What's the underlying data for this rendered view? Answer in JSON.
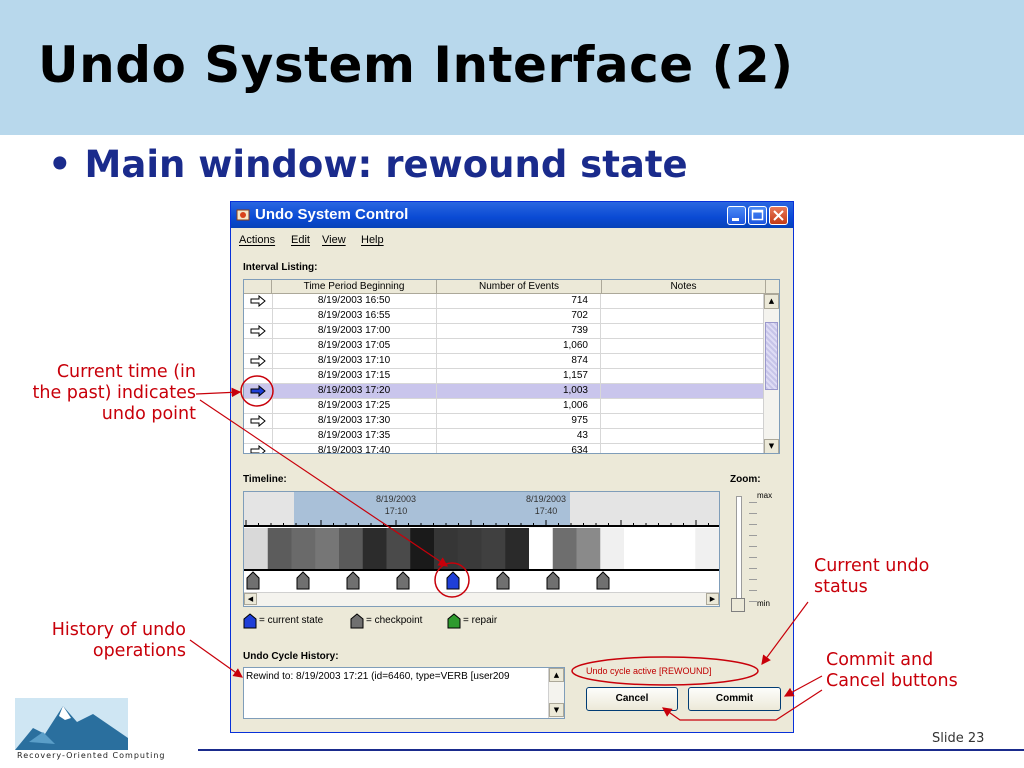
{
  "slide": {
    "title": "Undo System Interface (2)",
    "bullet": "Main window: rewound state",
    "slide_number": "Slide 23",
    "logo_text": "Recovery-Oriented Computing"
  },
  "window": {
    "title": "Undo System Control",
    "menu": [
      "Actions",
      "Edit",
      "View",
      "Help"
    ]
  },
  "interval_listing": {
    "label": "Interval Listing:",
    "columns": [
      "Time Period Beginning",
      "Number of Events",
      "Notes"
    ],
    "rows": [
      {
        "arrow": true,
        "time": "8/19/2003 16:50",
        "events": "714",
        "notes": ""
      },
      {
        "arrow": false,
        "time": "8/19/2003 16:55",
        "events": "702",
        "notes": ""
      },
      {
        "arrow": true,
        "time": "8/19/2003 17:00",
        "events": "739",
        "notes": ""
      },
      {
        "arrow": false,
        "time": "8/19/2003 17:05",
        "events": "1,060",
        "notes": ""
      },
      {
        "arrow": true,
        "time": "8/19/2003 17:10",
        "events": "874",
        "notes": ""
      },
      {
        "arrow": false,
        "time": "8/19/2003 17:15",
        "events": "1,157",
        "notes": ""
      },
      {
        "arrow": true,
        "time": "8/19/2003 17:20",
        "events": "1,003",
        "notes": "",
        "current": true
      },
      {
        "arrow": false,
        "time": "8/19/2003 17:25",
        "events": "1,006",
        "notes": ""
      },
      {
        "arrow": true,
        "time": "8/19/2003 17:30",
        "events": "975",
        "notes": ""
      },
      {
        "arrow": false,
        "time": "8/19/2003 17:35",
        "events": "43",
        "notes": ""
      },
      {
        "arrow": true,
        "time": "8/19/2003 17:40",
        "events": "634",
        "notes": ""
      }
    ]
  },
  "timeline": {
    "label": "Timeline:",
    "range_start": "8/19/2003\n17:10",
    "range_end": "8/19/2003\n17:40",
    "range_start_date": "8/19/2003",
    "range_start_time": "17:10",
    "range_end_date": "8/19/2003",
    "range_end_time": "17:40",
    "segment_shades": [
      "#d9d9d9",
      "#5c5c5c",
      "#6a6a6a",
      "#767676",
      "#5a5a5a",
      "#2c2c2c",
      "#4a4a4a",
      "#1a1a1a",
      "#363636",
      "#3a3a3a",
      "#404040",
      "#2a2a2a",
      "#ffffff",
      "#6e6e6e",
      "#8a8a8a",
      "#f0f0f0",
      "#ffffff",
      "#ffffff",
      "#ffffff",
      "#f0f0f0"
    ],
    "markers": [
      "checkpoint",
      "checkpoint",
      "checkpoint",
      "checkpoint",
      "current",
      "checkpoint",
      "checkpoint",
      "checkpoint"
    ]
  },
  "zoom": {
    "label": "Zoom:",
    "max": "max",
    "min": "min"
  },
  "legend": {
    "current": "= current state",
    "checkpoint": "= checkpoint",
    "repair": "= repair"
  },
  "history": {
    "label": "Undo Cycle History:",
    "text": "Rewind to: 8/19/2003 17:21  (id=6460, type=VERB [user209"
  },
  "status": {
    "text": "Undo cycle active [REWOUND]"
  },
  "buttons": {
    "cancel": "Cancel",
    "commit": "Commit"
  },
  "annotations": {
    "current_time": [
      "Current time (in",
      "the past) indicates",
      "undo point"
    ],
    "current_status": [
      "Current undo",
      "status"
    ],
    "history": [
      "History of undo",
      "operations"
    ],
    "commit_cancel": [
      "Commit and",
      "Cancel buttons"
    ]
  },
  "colors": {
    "header_bg": "#b8d8ec",
    "bullet": "#1a2b8c",
    "annotation": "#c8000a",
    "selected_row": "#c9c5ec",
    "current_marker": "#1f3fd8",
    "checkpoint_marker": "#707070",
    "repair_marker": "#2e9a2e"
  }
}
